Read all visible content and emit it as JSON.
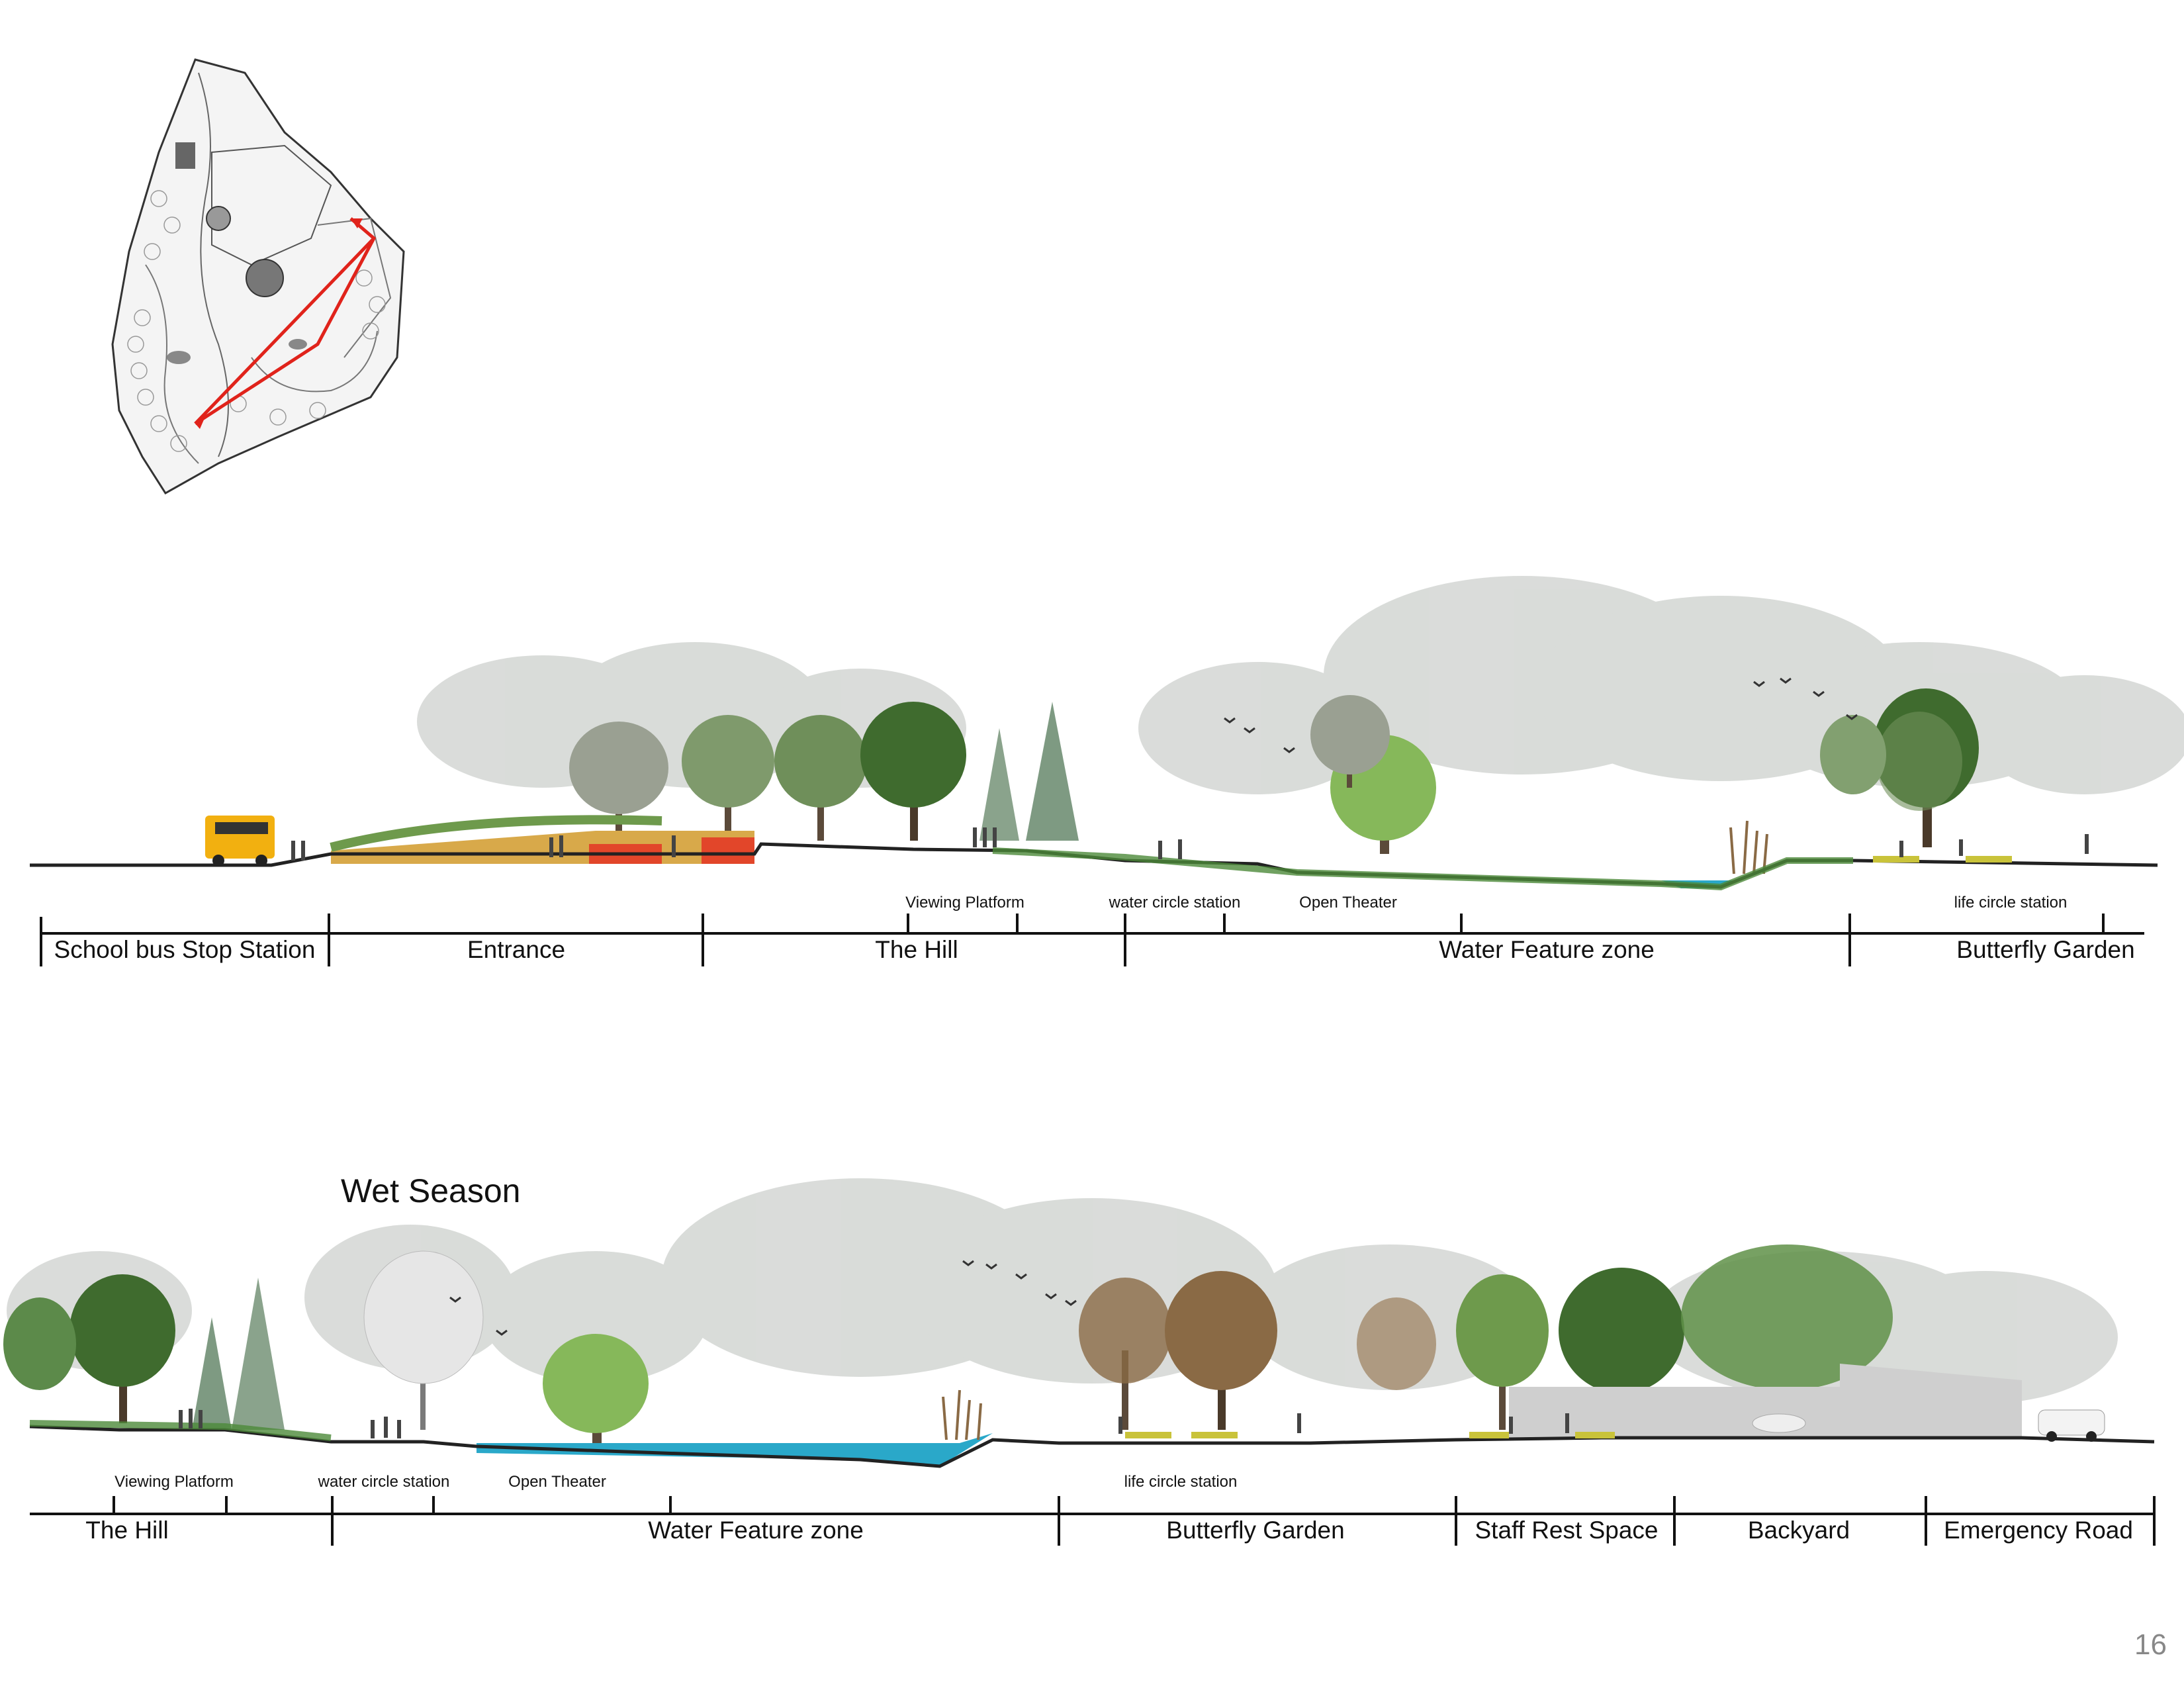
{
  "colors": {
    "background_tree": "#c9cdc9",
    "tree_dark": "#3f6b2e",
    "tree_mid": "#6e9a4c",
    "tree_brown": "#8a6a45",
    "water": "#2aa8c9",
    "ground_line": "#222222",
    "path_red": "#e0231b",
    "bus_yellow": "#f2b010",
    "entrance_ochre": "#d8a94a",
    "entrance_red": "#e2462a",
    "seat_yellow": "#c9c33a",
    "building_gray": "#cfcfcf"
  },
  "page": {
    "number": "16"
  },
  "section_1": {
    "zones": [
      {
        "label": "School bus Stop Station"
      },
      {
        "label": "Entrance"
      },
      {
        "label": "The Hill"
      },
      {
        "label": "Water Feature zone"
      },
      {
        "label": "Butterfly Garden"
      }
    ],
    "stations": [
      {
        "label": "Viewing Platform"
      },
      {
        "label": "water circle station"
      },
      {
        "label": "Open Theater"
      },
      {
        "label": "life circle station"
      }
    ]
  },
  "section_2": {
    "title": "Wet Season",
    "zones": [
      {
        "label": "The Hill"
      },
      {
        "label": "Water Feature zone"
      },
      {
        "label": "Butterfly Garden"
      },
      {
        "label": "Staff Rest Space"
      },
      {
        "label": "Backyard"
      },
      {
        "label": "Emergency Road"
      }
    ],
    "stations": [
      {
        "label": "Viewing Platform"
      },
      {
        "label": "water circle station"
      },
      {
        "label": "Open Theater"
      },
      {
        "label": "life circle station"
      }
    ]
  }
}
